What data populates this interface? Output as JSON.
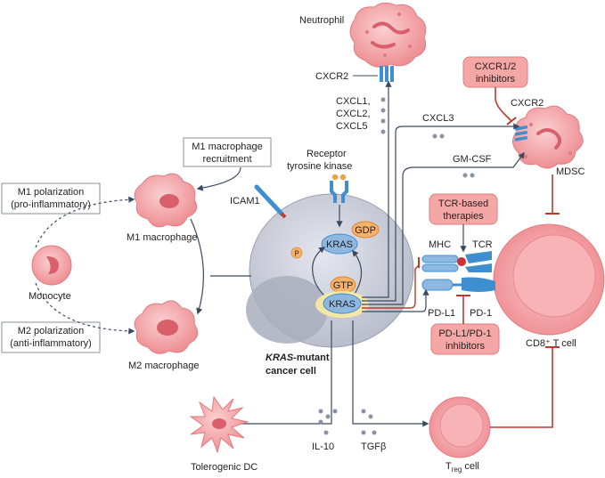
{
  "cells": {
    "neutrophil": "Neutrophil",
    "mdsc": "MDSC",
    "monocyte": "Monocyte",
    "m1_macrophage": "M1 macrophage",
    "m2_macrophage": "M2 macrophage",
    "cancer_cell_italic": "KRAS",
    "cancer_cell_line1_rest": "-mutant",
    "cancer_cell_line2": "cancer cell",
    "cd8_t_cell": "CD8⁺ T cell",
    "tolerogenic_dc": "Tolerogenic DC",
    "treg_T": "T",
    "treg_sub": "reg",
    "treg_rest": " cell"
  },
  "boxes": {
    "m1_polarization": [
      "M1 polarization",
      "(pro-inflammatory)"
    ],
    "m2_polarization": [
      "M2 polarization",
      "(anti-inflammatory)"
    ],
    "m1_recruitment": [
      "M1 macrophage",
      "recruitment"
    ]
  },
  "drug_boxes": {
    "cxcr_inhibitors": [
      "CXCR1/2",
      "inhibitors"
    ],
    "tcr_therapies": [
      "TCR-based",
      "therapies"
    ],
    "pdl1_inhibitors": [
      "PD-L1/PD-1",
      "inhibitors"
    ]
  },
  "molecules": {
    "cxcr2_neutrophil": "CXCR2",
    "cxcr2_mdsc": "CXCR2",
    "cxcl_list": [
      "CXCL1,",
      "CXCL2,",
      "CXCL5"
    ],
    "cxcl3": "CXCL3",
    "gmcsf": "GM-CSF",
    "icam1": "ICAM1",
    "rtk": [
      "Receptor",
      "tyrosine kinase"
    ],
    "kras_top": "KRAS",
    "kras_bottom": "KRAS",
    "gdp": "GDP",
    "gtp": "GTP",
    "phosphate": "P",
    "mhc": "MHC",
    "tcr": "TCR",
    "pdl1": "PD-L1",
    "pd1": "PD-1",
    "il10": "IL-10",
    "tgfb": "TGFβ"
  },
  "colors": {
    "cell_pink": "#f4a3a5",
    "cell_pink_dark": "#e07c80",
    "cancer_cell_grey": "#c9ccd6",
    "kras_blue": "#8fb8e0",
    "gdp_orange": "#f6b26b",
    "drug_box": "#f4a7a5",
    "arrow": "#3b4a5e",
    "inhibit_red": "#c0392b",
    "receptor_blue": "#3f8fd0"
  }
}
